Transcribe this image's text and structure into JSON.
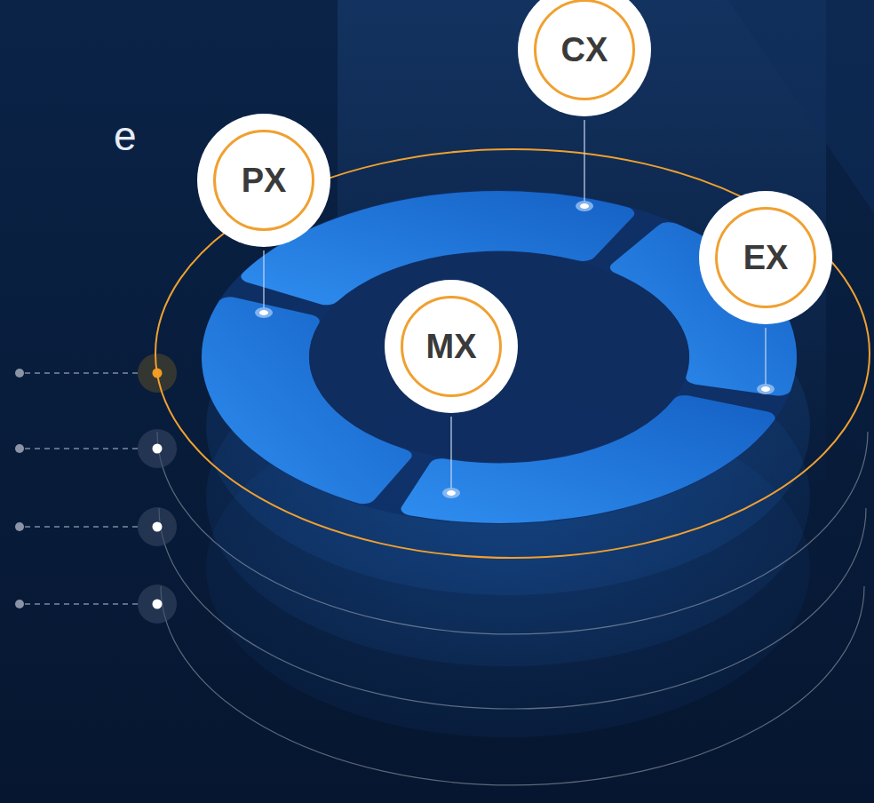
{
  "diagram": {
    "nodes": [
      {
        "text": [
          "CX"
        ]
      },
      {
        "text": [
          "PX"
        ]
      },
      {
        "text": [
          "EX"
        ]
      },
      {
        "text": [
          "MX"
        ]
      }
    ],
    "labels": [
      "e"
    ]
  }
}
